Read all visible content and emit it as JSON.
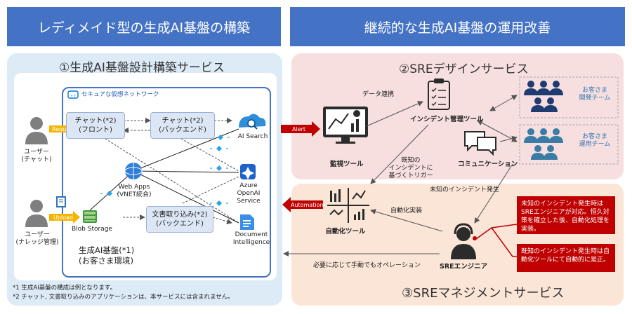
{
  "headers": {
    "left": "レディメイド型の生成AI基盤の構築",
    "right": "継続的な生成AI基盤の運用改善"
  },
  "services": {
    "s1": "①生成AI基盤設計構築サービス",
    "s2": "②SREデザインサービス",
    "s3": "③SREマネジメントサービス"
  },
  "network": "セキュアな仮想ネットワーク",
  "users": {
    "chat": "ユーザー\n(チャット)",
    "knowledge": "ユーザー\n(ナレッジ管理)",
    "request_tag": "Request",
    "upload_tag": "Upload"
  },
  "boxes": {
    "chat_front": "チャット(*2)\n(フロント)",
    "chat_back": "チャット(*2)\n(バックエンド)",
    "doc_back": "文書取り込み(*2)\n(バックエンド)"
  },
  "components": {
    "ai_search": "AI Search",
    "webapps": "Web Apps\n(VNET統合)",
    "openai": "Azure\nOpenAI\nService",
    "blob": "Blob Storage",
    "docint": "Document\nIntelligence"
  },
  "platform": "生成AI基盤(*1)\n(お客さま環境)",
  "footnotes": {
    "n1": "*1 生成AI基盤の構成は例となります。",
    "n2": "*2 チャット, 文書取り込みのアプリケーションは、本サービスには含まれません。"
  },
  "sre": {
    "data_link": "データ連携",
    "incident_tool": "インシデント管理ツール",
    "monitor_tool": "監視ツール",
    "communication": "コミュニケーション",
    "dev_team": "お客さま\n開発チーム",
    "ops_team": "お客さま\n運用チーム",
    "alert_tag": "Alert",
    "known_trigger": "既知の\nインシデントに\n基づくトリガー",
    "unknown_incident": "未知のインシデント発生",
    "automation_tool": "自動化ツール",
    "automation_impl": "自動化実装",
    "automation_tag": "Automation",
    "sre_engineer": "SREエンジニア",
    "manual_ops": "必要に応じて手動でもオペレーション",
    "note_unknown": "未知のインシデント発生時はSREエンジニアが対応。恒久対策を確立した後、自動化処理を実装。",
    "note_known": "既知のインシデント発生時は自動化ツールにて自動的に是正。"
  },
  "colors": {
    "header": "#4472c4",
    "left_panel": "#ddebf7",
    "incident_panel": "#f6dfde",
    "mgmt_panel": "#fbe5d6",
    "accent_red": "#c00000",
    "arrow_orange": "#f4b400"
  }
}
